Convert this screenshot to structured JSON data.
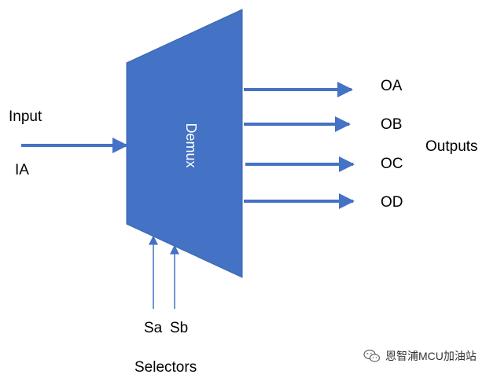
{
  "diagram": {
    "block_label": "Demux",
    "input_label": "Input",
    "input_signal": "IA",
    "outputs": [
      "OA",
      "OB",
      "OC",
      "OD"
    ],
    "outputs_label": "Outputs",
    "selectors": [
      "Sa",
      "Sb"
    ],
    "selectors_label": "Selectors"
  },
  "watermark": {
    "text": "恩智浦MCU加油站",
    "icon": "wechat-icon"
  },
  "colors": {
    "block_fill": "#4472C4",
    "arrow": "#4472C4",
    "text": "#000000"
  }
}
